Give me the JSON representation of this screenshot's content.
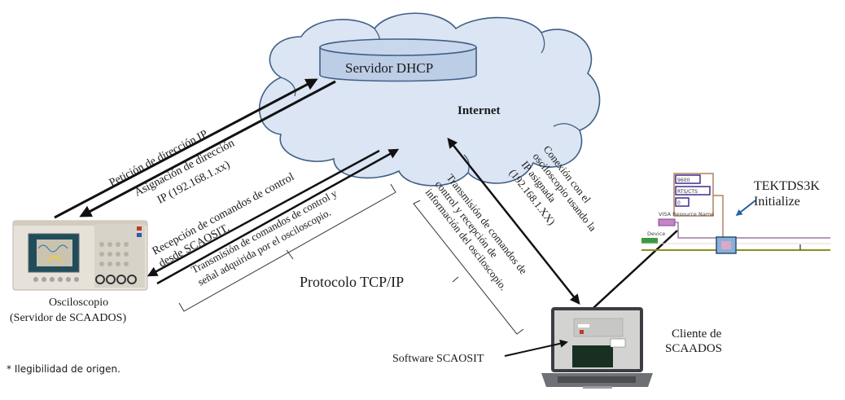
{
  "cloud": {
    "label": "Internet",
    "fill": "#dbe5f3",
    "stroke": "#3f5f86"
  },
  "server": {
    "label": "Servidor DHCP",
    "fill": "#bccde6",
    "stroke": "#3f5f86"
  },
  "oscilloscope": {
    "caption_line1": "Osciloscopio",
    "caption_line2": "(Servidor de SCAADOS)"
  },
  "client": {
    "caption_line1": "Cliente de",
    "caption_line2": "SCAADOS",
    "software_label": "Software SCAOSIT"
  },
  "arrows": {
    "ip_request": "Petición de dirección IP",
    "ip_assignment_line1": "Asignación de dirección",
    "ip_assignment_line2": "IP (192.168.1.xx)",
    "commands_reception_line1": "Recepción de comandos de control",
    "commands_reception_line2": "desde SCAOSIT.",
    "transmission_line1": "Transmisión de comandos de control y",
    "transmission_line2": "señal adquirida por el osciloscopio.",
    "client_transmission_line1": "Transmisión de comandos de",
    "client_transmission_line2": "control    y    recepción    de",
    "client_transmission_line3": "información del osciloscopio.",
    "connection_line1": "Conexión        con        el",
    "connection_line2": "osciloscopio usando la",
    "connection_line3": "IP                    asignada",
    "connection_line4": "(192.168.1.XX)"
  },
  "protocol_label": "Protocolo TCP/IP",
  "labview": {
    "title_line1": "TEKTDS3K",
    "title_line2": "Initialize",
    "baud_value": "9600",
    "flow_value": "RTS/CTS",
    "zero_value": "0",
    "visa_label": "VISA Resource Name",
    "device_label": "Device"
  },
  "footnote": "* Ilegibilidad de origen."
}
